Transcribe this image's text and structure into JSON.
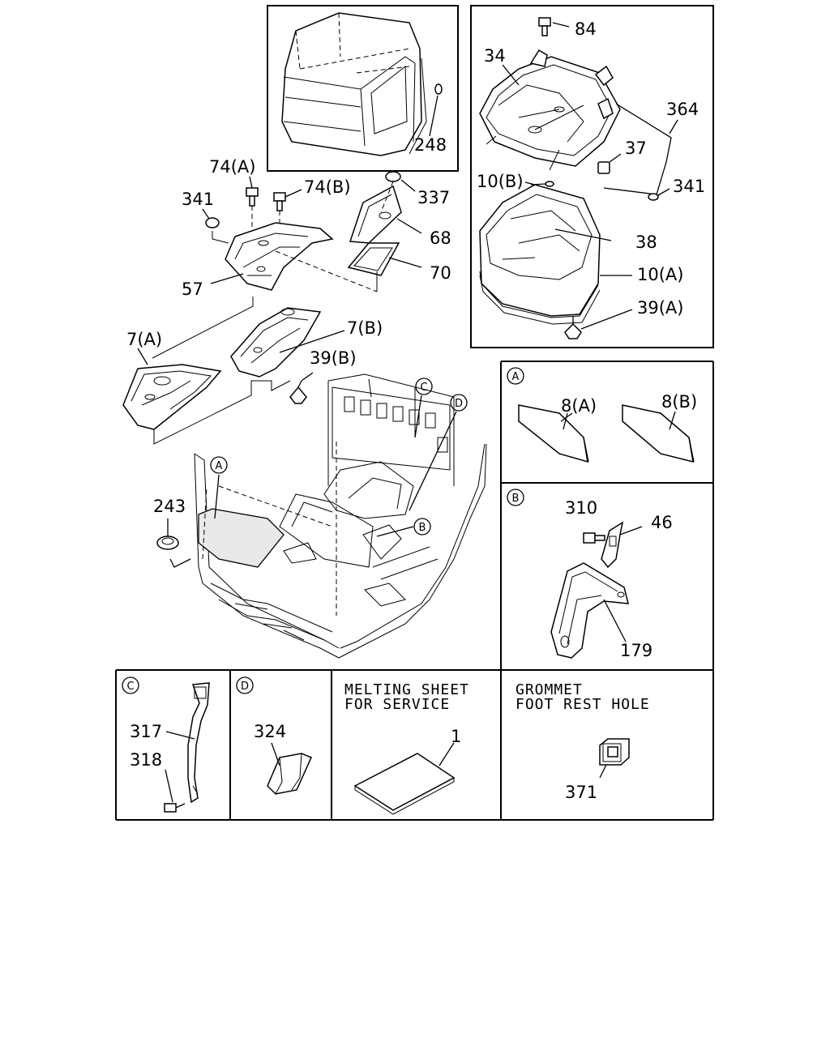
{
  "labels": {
    "p84": "84",
    "p34": "34",
    "p364": "364",
    "p37": "37",
    "p10b": "10(B)",
    "p341_r": "341",
    "p38": "38",
    "p10a": "10(A)",
    "p39a": "39(A)",
    "p248": "248",
    "p74a": "74(A)",
    "p74b": "74(B)",
    "p341_l": "341",
    "p337": "337",
    "p68": "68",
    "p70": "70",
    "p57": "57",
    "p7a": "7(A)",
    "p7b": "7(B)",
    "p39b": "39(B)",
    "p243": "243",
    "p8a": "8(A)",
    "p8b": "8(B)",
    "p310": "310",
    "p46": "46",
    "p179": "179",
    "p317": "317",
    "p318": "318",
    "p324": "324",
    "p1": "1",
    "p371": "371"
  },
  "callouts": {
    "A": "A",
    "B": "B",
    "C": "C",
    "D": "D"
  },
  "panels": {
    "melting_line1": "MELTING SHEET",
    "melting_line2": "FOR SERVICE",
    "grommet_line1": "GROMMET",
    "grommet_line2": "FOOT REST HOLE"
  }
}
